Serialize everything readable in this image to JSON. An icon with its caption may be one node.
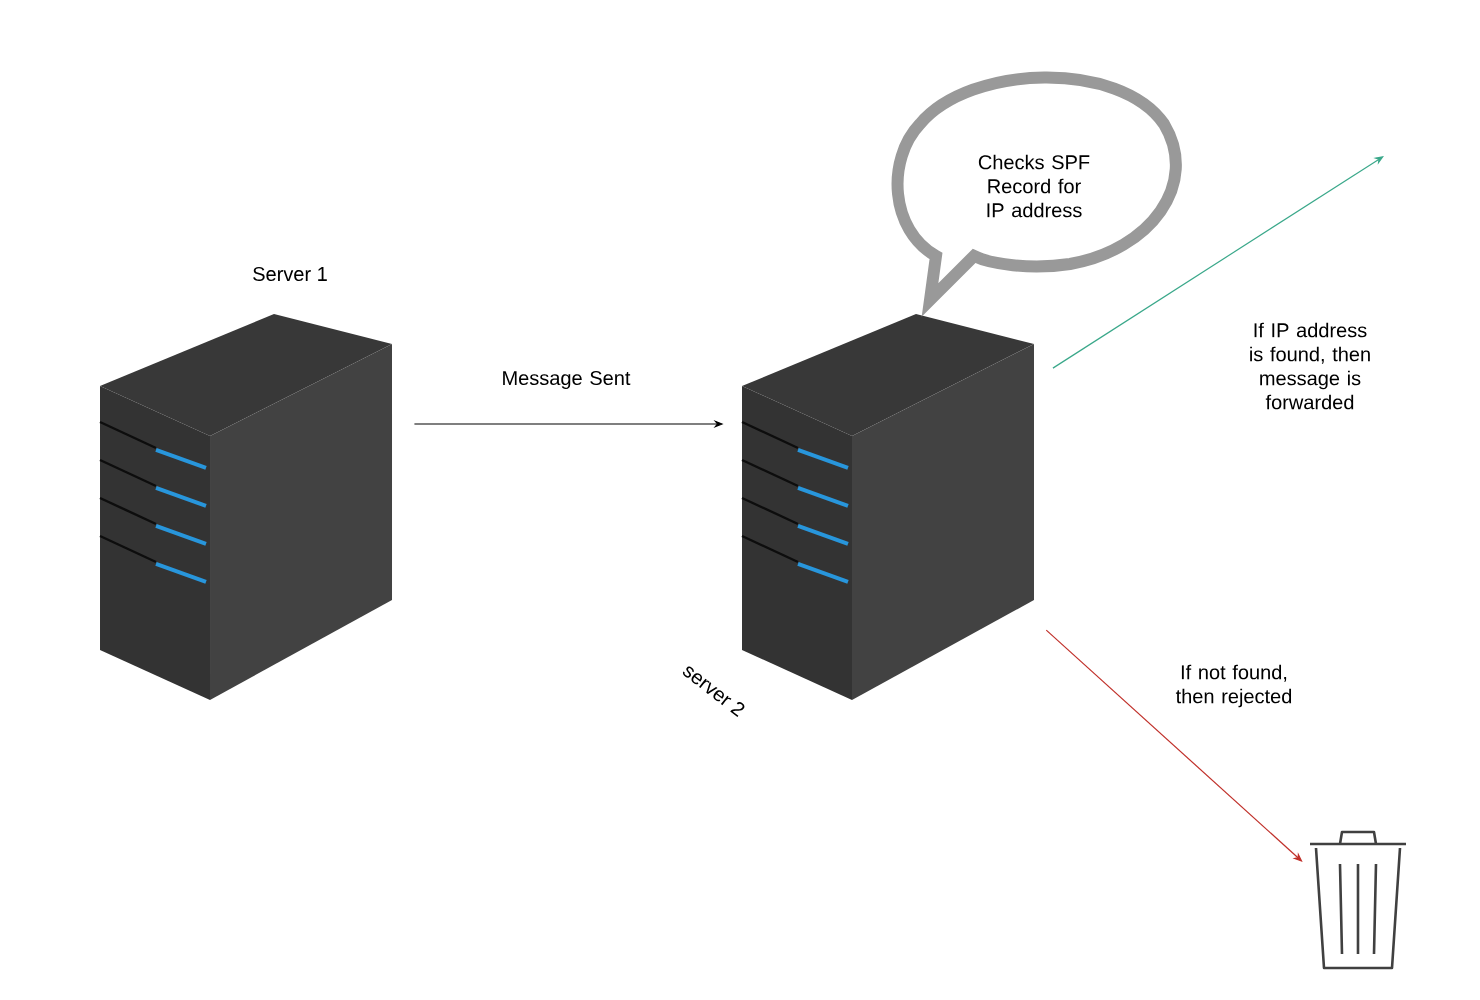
{
  "diagram": {
    "nodes": [
      {
        "text": [
          "Server 1"
        ]
      },
      {
        "text": [
          "server 2"
        ]
      },
      {
        "text": [
          "Checks SPF Record for IP address"
        ]
      },
      {
        "text": [],
        "shape": "picture"
      }
    ],
    "edges": [
      {
        "from": 0,
        "to": 1,
        "arrow": "to",
        "label": "Message Sent"
      },
      {
        "from": 1,
        "to": null,
        "arrow": "to",
        "label": "If IP address is found, then message is forwarded",
        "color": "#3aa88a"
      },
      {
        "from": 1,
        "to": 3,
        "arrow": "to",
        "label": "If not found, then rejected",
        "color": "#c0302a"
      }
    ]
  }
}
